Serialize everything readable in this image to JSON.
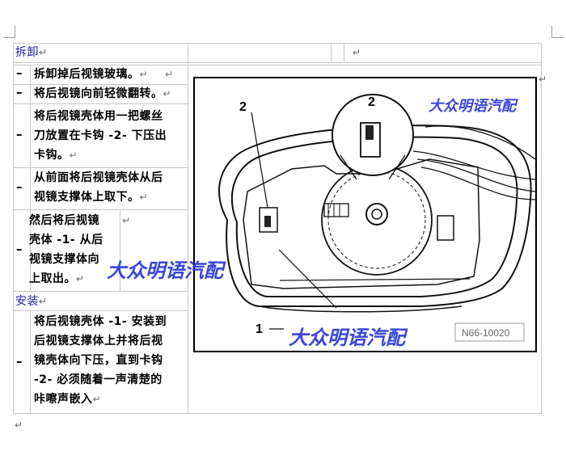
{
  "sections": {
    "removal_title": "拆卸",
    "install_title": "安装"
  },
  "steps": {
    "s1": "拆卸掉后视镜玻璃。",
    "s2": "将后视镜向前轻微翻转。",
    "s3_l1": "将后视镜壳体用一把螺丝",
    "s3_l2": "刀放置在卡钩 -2- 下压出",
    "s3_l3": "卡钩。",
    "s4_l1": "从前面将后视镜壳体从后",
    "s4_l2": "视镜支撑体上取下。",
    "s5_l1": "然后将后视镜",
    "s5_l2": "壳体 -1- 从后",
    "s5_l3": "视镜支撑体向",
    "s5_l4": "上取出。",
    "i1_l1": "将后视镜壳体 -1- 安装到",
    "i1_l2": "后视镜支撑体上并将后视",
    "i1_l3": "镜壳体向下压，直到卡钩",
    "i1_l4": "-2- 必须随着一声清楚的",
    "i1_l5": "咔嚓声嵌入"
  },
  "dash": "–",
  "para_mark": "↵",
  "figure": {
    "callout_1": "1",
    "callout_2": "2",
    "callout_2b": "2",
    "code": "N66-10020"
  },
  "watermark": "大众明语汽配"
}
